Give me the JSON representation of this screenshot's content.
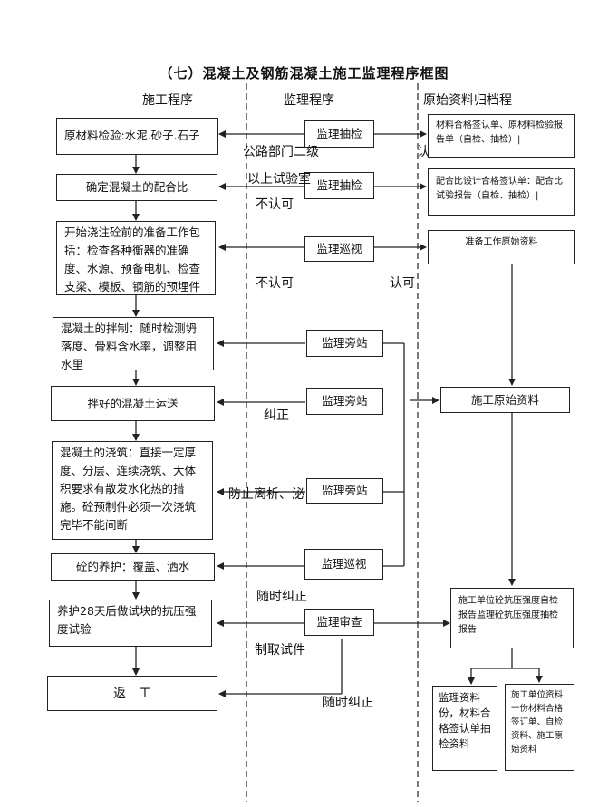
{
  "title": "（七）混凝土及钢筋混凝土施工监理程序框图",
  "columns": [
    "施工程序",
    "监理程序",
    "原始资料归档程"
  ],
  "construction_steps": [
    "原材料检验:水泥.砂子.石子",
    "确定混凝土的配合比",
    "开始浇注砼前的准备工作包括：检查各种衡器的准确度、水源、预备电机、检查支梁、模板、钢筋的预埋件等。",
    "混凝土的拌制：随时检测坍落度、骨料含水率，调整用水里",
    "拌好的混凝土运送",
    "混凝土的浇筑：直接一定厚度、分层、连续浇筑、大体积要求有散发水化热的措施。砼预制件必须一次浇筑完毕不能间断",
    "砼的养护：覆盖、洒水",
    "养护28天后做试块的抗压强度试验",
    "返　工"
  ],
  "supervision_steps": [
    "监理抽检",
    "监理抽检",
    "监理巡视",
    "监理旁站",
    "监理旁站",
    "监理旁站",
    "监理巡视",
    "监理审查"
  ],
  "archive_items": [
    "材料合格签认单、原材料检验报告单（自检、抽检）|",
    "配合比设计合格签认单：配合比试验报告（自检、抽检）|",
    "准备工作原始资料",
    "施工原始资料",
    "施工单位砼抗压强度自检报告监理砼抗压强度抽检报告",
    "监理资料一份，材料合格签认单抽检资料",
    "施工单位资料一份材料合格签订单、自检资料、施工原始资料"
  ],
  "annotations": [
    "公路部门二级",
    "以上试验室",
    "认",
    "不认可",
    "不认可",
    "认可",
    "纠正",
    "防止离析、泌",
    "随时纠正",
    "制取试件",
    "随时纠正"
  ]
}
